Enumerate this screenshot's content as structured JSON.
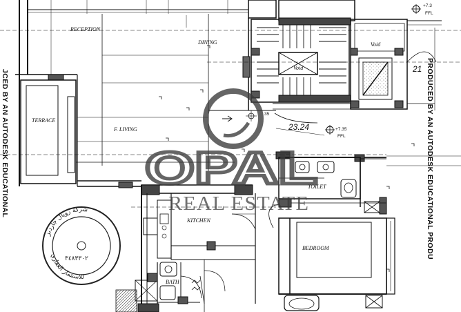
{
  "rooms": {
    "reception": "RECEPTION",
    "dining": "DINING",
    "terrace": "TERRACE",
    "living": "F. LIVING",
    "kitchen": "KITCHEN",
    "bath": "BATH",
    "toilet": "TOILET",
    "bedroom": "BEDROOM",
    "void_top": "Void",
    "void_stair": "Void"
  },
  "dimensions": {
    "area": "23.24",
    "partial": "21",
    "level_top": "+7.3",
    "level_top_unit": "FFL",
    "level_mid": "+7.35",
    "level_mid_unit": "FFL",
    "point_mark": "35"
  },
  "side_text": {
    "right": "PRODUCED BY AN AUTODESK EDUCATIONAL PRODU",
    "left": "JCED BY AN AUTODESK EDUCATIONAL"
  },
  "watermark": {
    "brand": "OPAL",
    "sub": "REAL ESTATE"
  },
  "stamp": {
    "top_arc": "شركة رويال جاردنز",
    "number": "٣٤٨٣٣٠٢",
    "bottom_arc": "للاستثمار العقاري"
  },
  "colors": {
    "line": "#111111",
    "watermark": "#3a3a3a"
  }
}
